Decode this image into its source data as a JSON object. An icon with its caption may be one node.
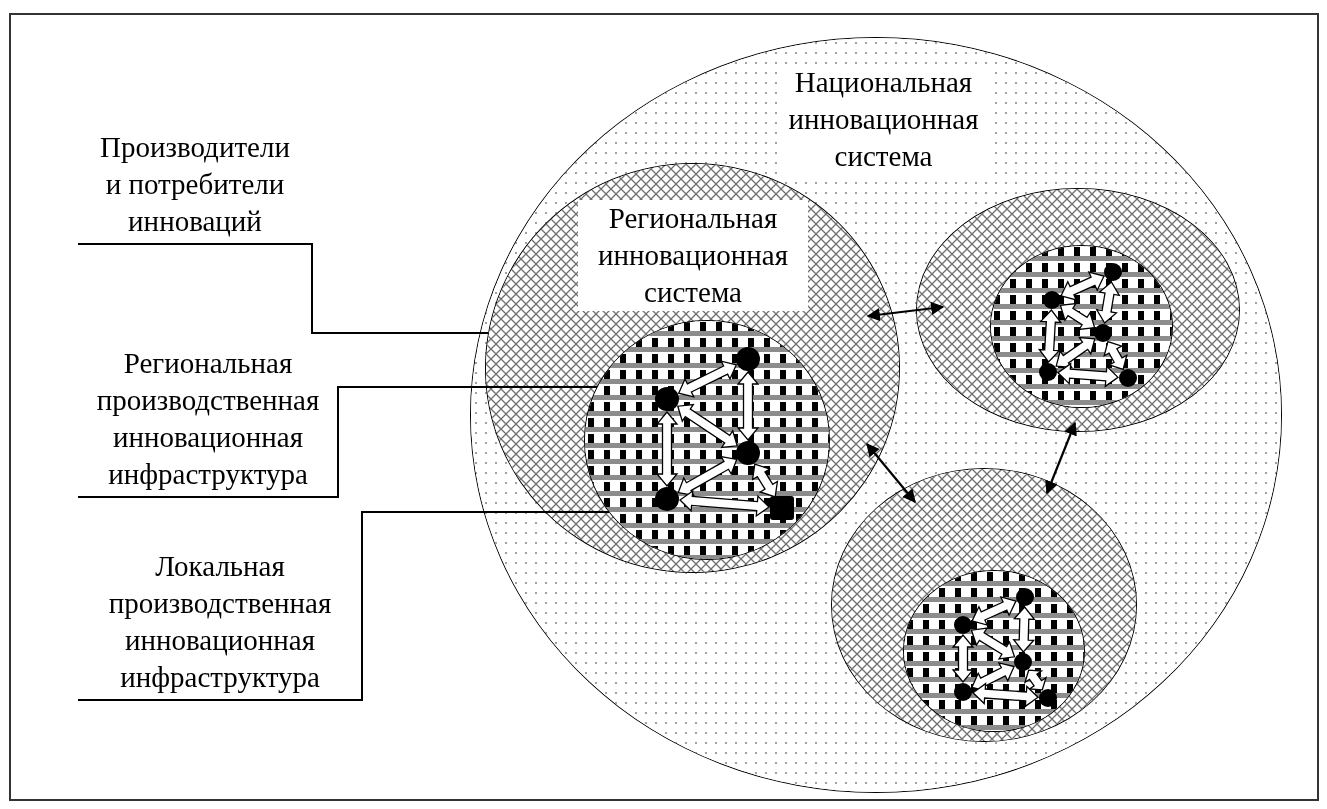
{
  "diagram": {
    "nodes": [
      {
        "text": [
          "Национальная инновационная система"
        ]
      },
      {
        "text": [
          "Региональная инновационная система"
        ],
        "in": 0
      },
      {
        "text": [],
        "shape": "circle",
        "in": 1
      },
      {
        "text": [],
        "shape": "circle",
        "in": 2
      },
      {
        "text": [],
        "shape": "circle",
        "in": 2
      },
      {
        "text": [],
        "shape": "circle",
        "in": 2
      },
      {
        "text": [],
        "shape": "circle",
        "in": 2
      },
      {
        "text": [],
        "shape": "box",
        "in": 2
      },
      {
        "text": [],
        "shape": "circle",
        "in": 0
      },
      {
        "text": [],
        "shape": "circle",
        "in": 8
      },
      {
        "text": [],
        "shape": "circle",
        "in": 9
      },
      {
        "text": [],
        "shape": "circle",
        "in": 9
      },
      {
        "text": [],
        "shape": "circle",
        "in": 9
      },
      {
        "text": [],
        "shape": "circle",
        "in": 9
      },
      {
        "text": [],
        "shape": "circle",
        "in": 9
      },
      {
        "text": [],
        "shape": "circle",
        "in": 0
      },
      {
        "text": [],
        "shape": "circle",
        "in": 15
      },
      {
        "text": [],
        "shape": "circle",
        "in": 16
      },
      {
        "text": [],
        "shape": "circle",
        "in": 16
      },
      {
        "text": [],
        "shape": "circle",
        "in": 16
      },
      {
        "text": [],
        "shape": "circle",
        "in": 16
      },
      {
        "text": [],
        "shape": "circle",
        "in": 16
      },
      {
        "text": [
          "Производители и потребители инноваций"
        ]
      },
      {
        "text": [
          "Региональная производственная инновационная инфраструктура"
        ]
      },
      {
        "text": [
          "Локальная производственная инновационная инфраструктура"
        ]
      }
    ],
    "edges": [
      {
        "from": 3,
        "to": 4,
        "arrow": "both",
        "style": "thick"
      },
      {
        "from": 3,
        "to": 5,
        "arrow": "both",
        "style": "thick"
      },
      {
        "from": 4,
        "to": 5,
        "arrow": "both",
        "style": "thick"
      },
      {
        "from": 4,
        "to": 6,
        "arrow": "both",
        "style": "thick"
      },
      {
        "from": 6,
        "to": 5,
        "arrow": "both",
        "style": "thick"
      },
      {
        "from": 5,
        "to": 7,
        "arrow": "both",
        "style": "thick"
      },
      {
        "from": 6,
        "to": 7,
        "arrow": "both",
        "style": "thick"
      },
      {
        "from": 10,
        "to": 11,
        "arrow": "both",
        "style": "thick"
      },
      {
        "from": 10,
        "to": 12,
        "arrow": "both",
        "style": "thick"
      },
      {
        "from": 11,
        "to": 12,
        "arrow": "both",
        "style": "thick"
      },
      {
        "from": 11,
        "to": 13,
        "arrow": "both",
        "style": "thick"
      },
      {
        "from": 13,
        "to": 12,
        "arrow": "both",
        "style": "thick"
      },
      {
        "from": 12,
        "to": 14,
        "arrow": "both",
        "style": "thick"
      },
      {
        "from": 13,
        "to": 14,
        "arrow": "both",
        "style": "thick"
      },
      {
        "from": 17,
        "to": 18,
        "arrow": "both",
        "style": "thick"
      },
      {
        "from": 17,
        "to": 19,
        "arrow": "both",
        "style": "thick"
      },
      {
        "from": 18,
        "to": 19,
        "arrow": "both",
        "style": "thick"
      },
      {
        "from": 18,
        "to": 20,
        "arrow": "both",
        "style": "thick"
      },
      {
        "from": 20,
        "to": 19,
        "arrow": "both",
        "style": "thick"
      },
      {
        "from": 19,
        "to": 21,
        "arrow": "both",
        "style": "thick"
      },
      {
        "from": 20,
        "to": 21,
        "arrow": "both",
        "style": "thick"
      },
      {
        "from": 1,
        "to": 8,
        "arrow": "both"
      },
      {
        "from": 1,
        "to": 15,
        "arrow": "both"
      },
      {
        "from": 8,
        "to": 15,
        "arrow": "both"
      },
      {
        "from": 22,
        "to": 1,
        "arrow": "none"
      },
      {
        "from": 23,
        "to": 2,
        "arrow": "none"
      },
      {
        "from": 24,
        "to": 2,
        "arrow": "none"
      }
    ]
  }
}
